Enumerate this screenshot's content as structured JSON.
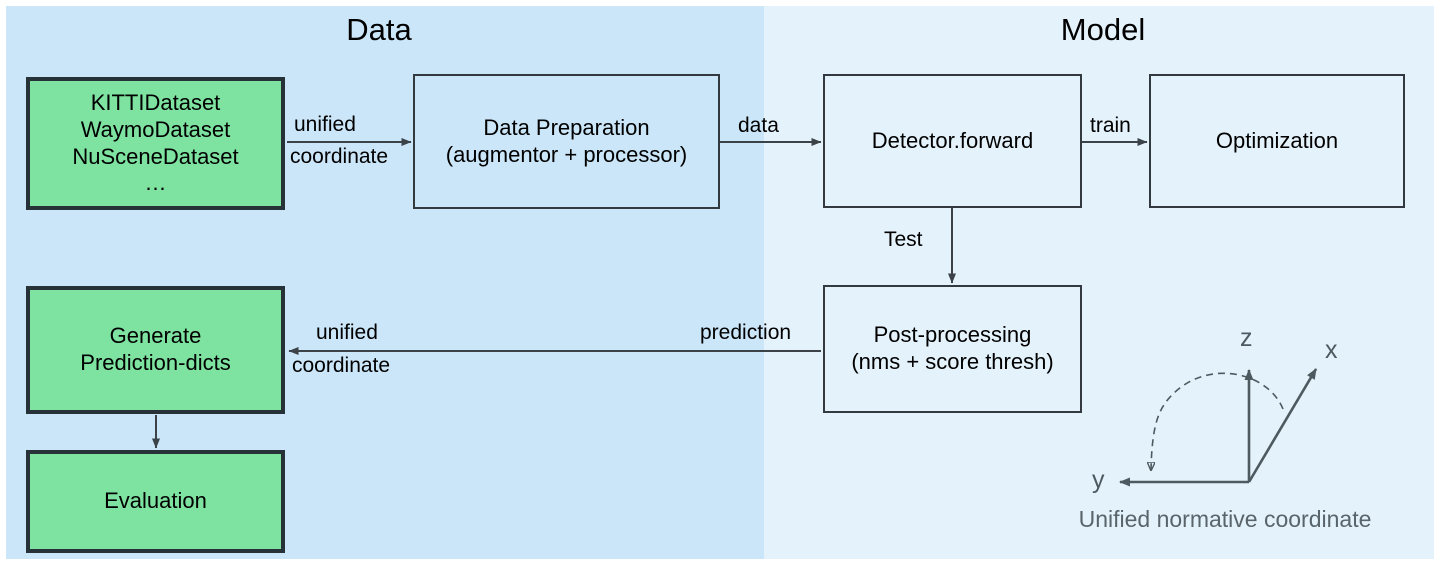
{
  "panels": [
    {
      "id": "data",
      "title": "Data"
    },
    {
      "id": "model",
      "title": "Model"
    }
  ],
  "nodes": {
    "datasets": {
      "lines": [
        "KITTIDataset",
        "WaymoDataset",
        "NuSceneDataset",
        "…"
      ],
      "fill": "#7ee3a0"
    },
    "data_preparation": {
      "lines": [
        "Data Preparation",
        "(augmentor + processor)"
      ],
      "fill": "#cbe6f8"
    },
    "detector_forward": {
      "lines": [
        "Detector.forward"
      ],
      "fill": "#e4f2fb"
    },
    "optimization": {
      "lines": [
        "Optimization"
      ],
      "fill": "#e4f2fb"
    },
    "post_processing": {
      "lines": [
        "Post-processing",
        "(nms + score thresh)"
      ],
      "fill": "#e4f2fb"
    },
    "generate_prediction_dicts": {
      "lines": [
        "Generate",
        "Prediction-dicts"
      ],
      "fill": "#7ee3a0"
    },
    "evaluation": {
      "lines": [
        "Evaluation"
      ],
      "fill": "#7ee3a0"
    }
  },
  "edges": {
    "datasets_to_prep": {
      "line1": "unified",
      "line2": "coordinate"
    },
    "prep_to_detector": {
      "line1": "data"
    },
    "detector_to_optimize": {
      "line1": "train"
    },
    "detector_to_post": {
      "line1": "Test"
    },
    "post_to_generate": {
      "line1": "prediction"
    },
    "post_to_generate_unit": {
      "line1": "unified",
      "line2": "coordinate"
    },
    "generate_to_eval": {
      "line1": ""
    }
  },
  "coordinate_gizmo": {
    "axes": [
      {
        "name": "z",
        "label": "z"
      },
      {
        "name": "x",
        "label": "x"
      },
      {
        "name": "y",
        "label": "y"
      }
    ],
    "caption": "Unified normative coordinate",
    "label_color": "#59656b"
  },
  "colors": {
    "panel_data_bg": "#cbe6f8",
    "panel_model_bg": "#e4f2fb",
    "green_fill": "#7ee3a0",
    "box_stroke": "#333a3f",
    "green_stroke": "#263238",
    "edge_stroke": "#3b4348",
    "text": "#000000"
  }
}
